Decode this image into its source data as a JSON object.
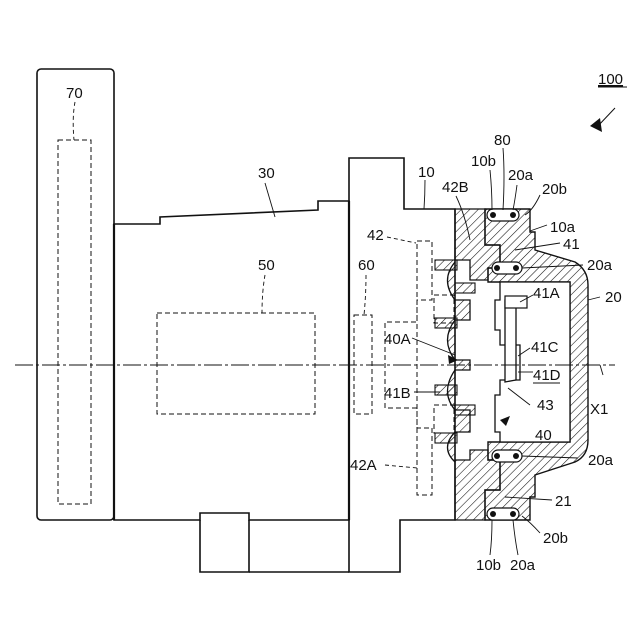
{
  "diagram": {
    "figure_number": "100",
    "labels": {
      "l70": "70",
      "l30": "30",
      "l50": "50",
      "l60": "60",
      "l10": "10",
      "l42B": "42B",
      "l42": "42",
      "l40A": "40A",
      "l41B": "41B",
      "l42A": "42A",
      "l80": "80",
      "l10b_top": "10b",
      "l20a_top": "20a",
      "l20b_top": "20b",
      "l10a": "10a",
      "l41": "41",
      "l20a_upper": "20a",
      "l41A": "41A",
      "l20": "20",
      "l41C": "41C",
      "l41D": "41D",
      "lX1": "X1",
      "l43": "43",
      "l40": "40",
      "l20a_lower": "20a",
      "l21": "21",
      "l20b_bottom": "20b",
      "l10b_bottom": "10b",
      "l20a_bottom": "20a"
    }
  }
}
